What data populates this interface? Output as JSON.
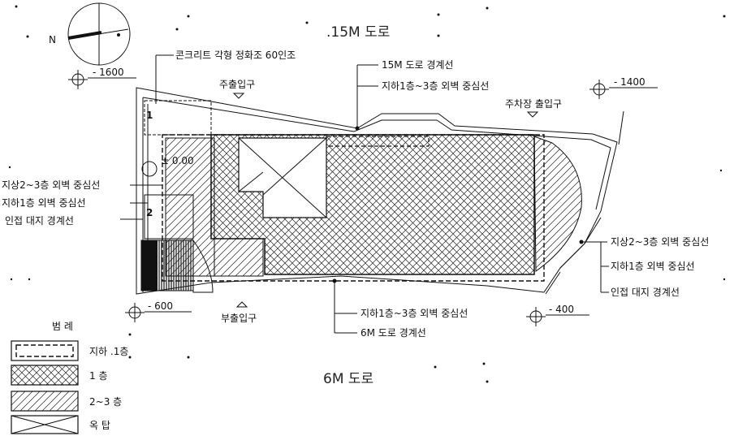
{
  "roads": {
    "top": ".15M 도로",
    "bottom": "6M 도로"
  },
  "notes": {
    "fence": "콘크리트 각형 정화조 60인조",
    "main_entrance": "주출입구",
    "parking_entrance": "주차장 출입구",
    "sub_entrance": "부출입구",
    "elevation": "± 0.00",
    "lot1": "1",
    "lot2": "2"
  },
  "levels": {
    "nw": "- 1600",
    "ne": "- 1400",
    "sw": "- 600",
    "se": "- 400"
  },
  "boundary_labels": {
    "road15_line": "15M 도로 경계선",
    "b1_3_top": "지하1층~3층 외벽 중심선",
    "left_2_3": "지상2~3층 외벽 중심선",
    "left_b1": "지하1층 외벽 중심선",
    "left_adj": "인접 대지 경계선",
    "right_2_3": "지상2~3층 외벽 중심선",
    "right_b1": "지하1층 외벽 중심선",
    "right_adj": "인접 대지 경계선",
    "b1_3_bottom": "지하1층~3층 외벽 중심선",
    "road6_line": "6M 도로 경계선"
  },
  "legend": {
    "title": "범    례",
    "items": [
      {
        "key": "b1",
        "label": "지하 .1층"
      },
      {
        "key": "f1",
        "label": "1    층"
      },
      {
        "key": "f23",
        "label": "2~3  층"
      },
      {
        "key": "roof",
        "label": "옥    탑"
      }
    ]
  }
}
